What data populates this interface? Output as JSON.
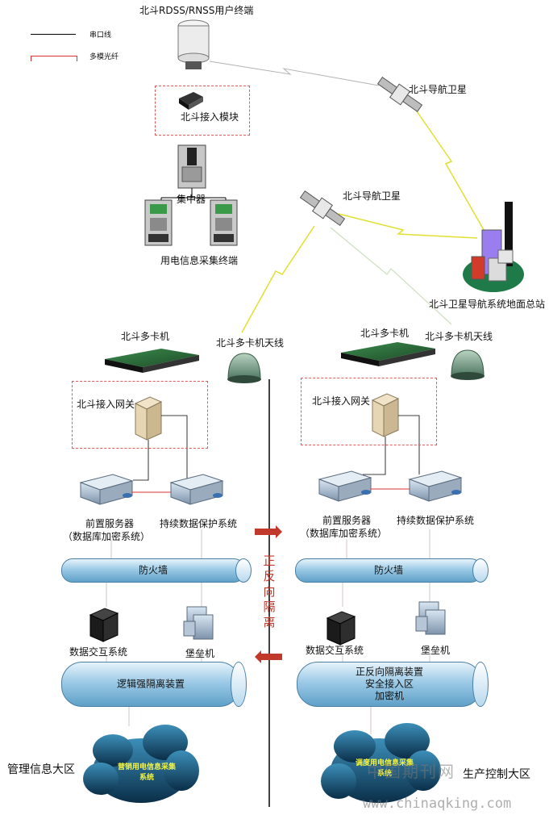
{
  "legend": {
    "serial_line": "串口线",
    "fiber": "多模光纤"
  },
  "top": {
    "user_terminal": "北斗RDSS/RNSS用户终端",
    "access_module": "北斗接入模块",
    "concentrator": "集中器",
    "collect_terminal": "用电信息采集终端",
    "satellite_1": "北斗导航卫星",
    "satellite_2": "北斗导航卫星",
    "ground_station": "北斗卫星导航系统地面总站"
  },
  "left": {
    "multicard": "北斗多卡机",
    "antenna": "北斗多卡机天线",
    "gateway": "北斗接入网关",
    "front_server": "前置服务器",
    "front_server_sub": "（数据库加密系统）",
    "backup": "持续数据保护系统",
    "firewall": "防火墙",
    "exchange": "数据交互系统",
    "bastion": "堡垒机",
    "isolation": "逻辑强隔离装置",
    "cloud": "营销用电信息采集系统",
    "zone": "管理信息大区"
  },
  "right": {
    "multicard": "北斗多卡机",
    "antenna": "北斗多卡机天线",
    "gateway": "北斗接入网关",
    "front_server": "前置服务器",
    "front_server_sub": "（数据库加密系统）",
    "backup": "持续数据保护系统",
    "firewall": "防火墙",
    "exchange": "数据交互系统",
    "bastion": "堡垒机",
    "isolation_1": "正反向隔离装置",
    "isolation_2": "安全接入区",
    "isolation_3": "加密机",
    "cloud": "调度用电信息采集系统",
    "zone": "生产控制大区"
  },
  "center": {
    "divider_label": "正反向隔离"
  },
  "watermark": {
    "cn": "中国期刊网",
    "url": "www.chinaqking.com"
  },
  "colors": {
    "serial_line": "#000000",
    "fiber": "#e03030",
    "wireless": "#e6e62e",
    "firewall": "#8fc3e3",
    "arrow": "#c0392b"
  }
}
